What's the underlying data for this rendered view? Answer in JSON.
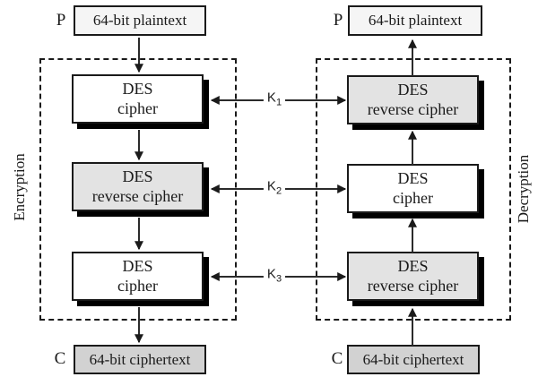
{
  "left": {
    "section_label": "Encryption",
    "input_label": "P",
    "input_box_text": "64-bit plaintext",
    "stages": [
      {
        "line1": "DES",
        "line2": "cipher"
      },
      {
        "line1": "DES",
        "line2": "reverse cipher"
      },
      {
        "line1": "DES",
        "line2": "cipher"
      }
    ],
    "output_label": "C",
    "output_box_text": "64-bit ciphertext"
  },
  "right": {
    "section_label": "Decryption",
    "top_label": "P",
    "top_box_text": "64-bit plaintext",
    "stages": [
      {
        "line1": "DES",
        "line2": "reverse cipher"
      },
      {
        "line1": "DES",
        "line2": "cipher"
      },
      {
        "line1": "DES",
        "line2": "reverse cipher"
      }
    ],
    "bottom_label": "C",
    "bottom_box_text": "64-bit ciphertext"
  },
  "keys": [
    {
      "base": "K",
      "sub": "1"
    },
    {
      "base": "K",
      "sub": "2"
    },
    {
      "base": "K",
      "sub": "3"
    }
  ],
  "colors": {
    "background": "#ffffff",
    "box_border": "#1a1a1a",
    "box_shadow": "#000000",
    "shaded_box_fill": "#e3e3e3",
    "plaintext_box_fill": "#f5f5f5",
    "ciphertext_box_fill": "#d2d2d2",
    "arrow": "#2b2b2b"
  }
}
